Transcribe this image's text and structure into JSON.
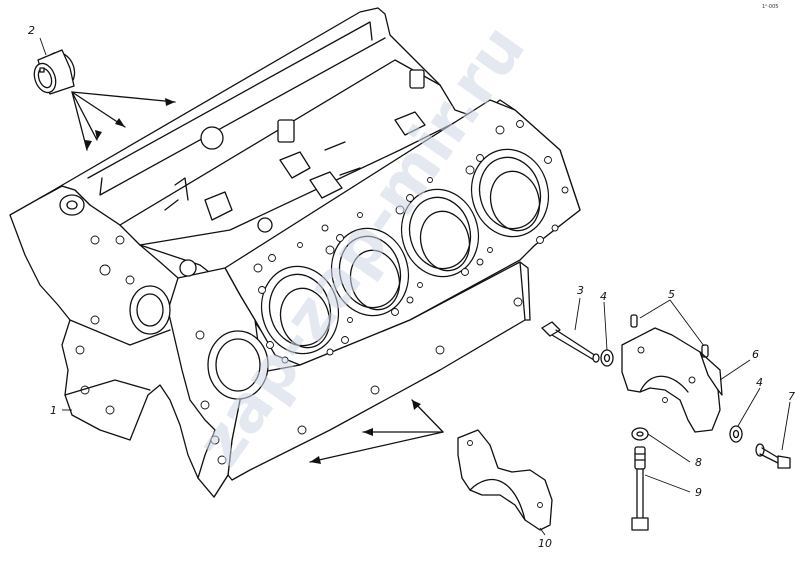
{
  "figure": {
    "code": "1ᴬ·005",
    "watermark": "zap-zap-mir.ru"
  },
  "parts": [
    {
      "id": "1",
      "label": "1"
    },
    {
      "id": "2",
      "label": "2"
    },
    {
      "id": "3",
      "label": "3"
    },
    {
      "id": "4a",
      "label": "4"
    },
    {
      "id": "4b",
      "label": "4"
    },
    {
      "id": "5",
      "label": "5"
    },
    {
      "id": "6",
      "label": "6"
    },
    {
      "id": "7",
      "label": "7"
    },
    {
      "id": "8",
      "label": "8"
    },
    {
      "id": "9",
      "label": "9"
    },
    {
      "id": "10",
      "label": "10"
    }
  ]
}
